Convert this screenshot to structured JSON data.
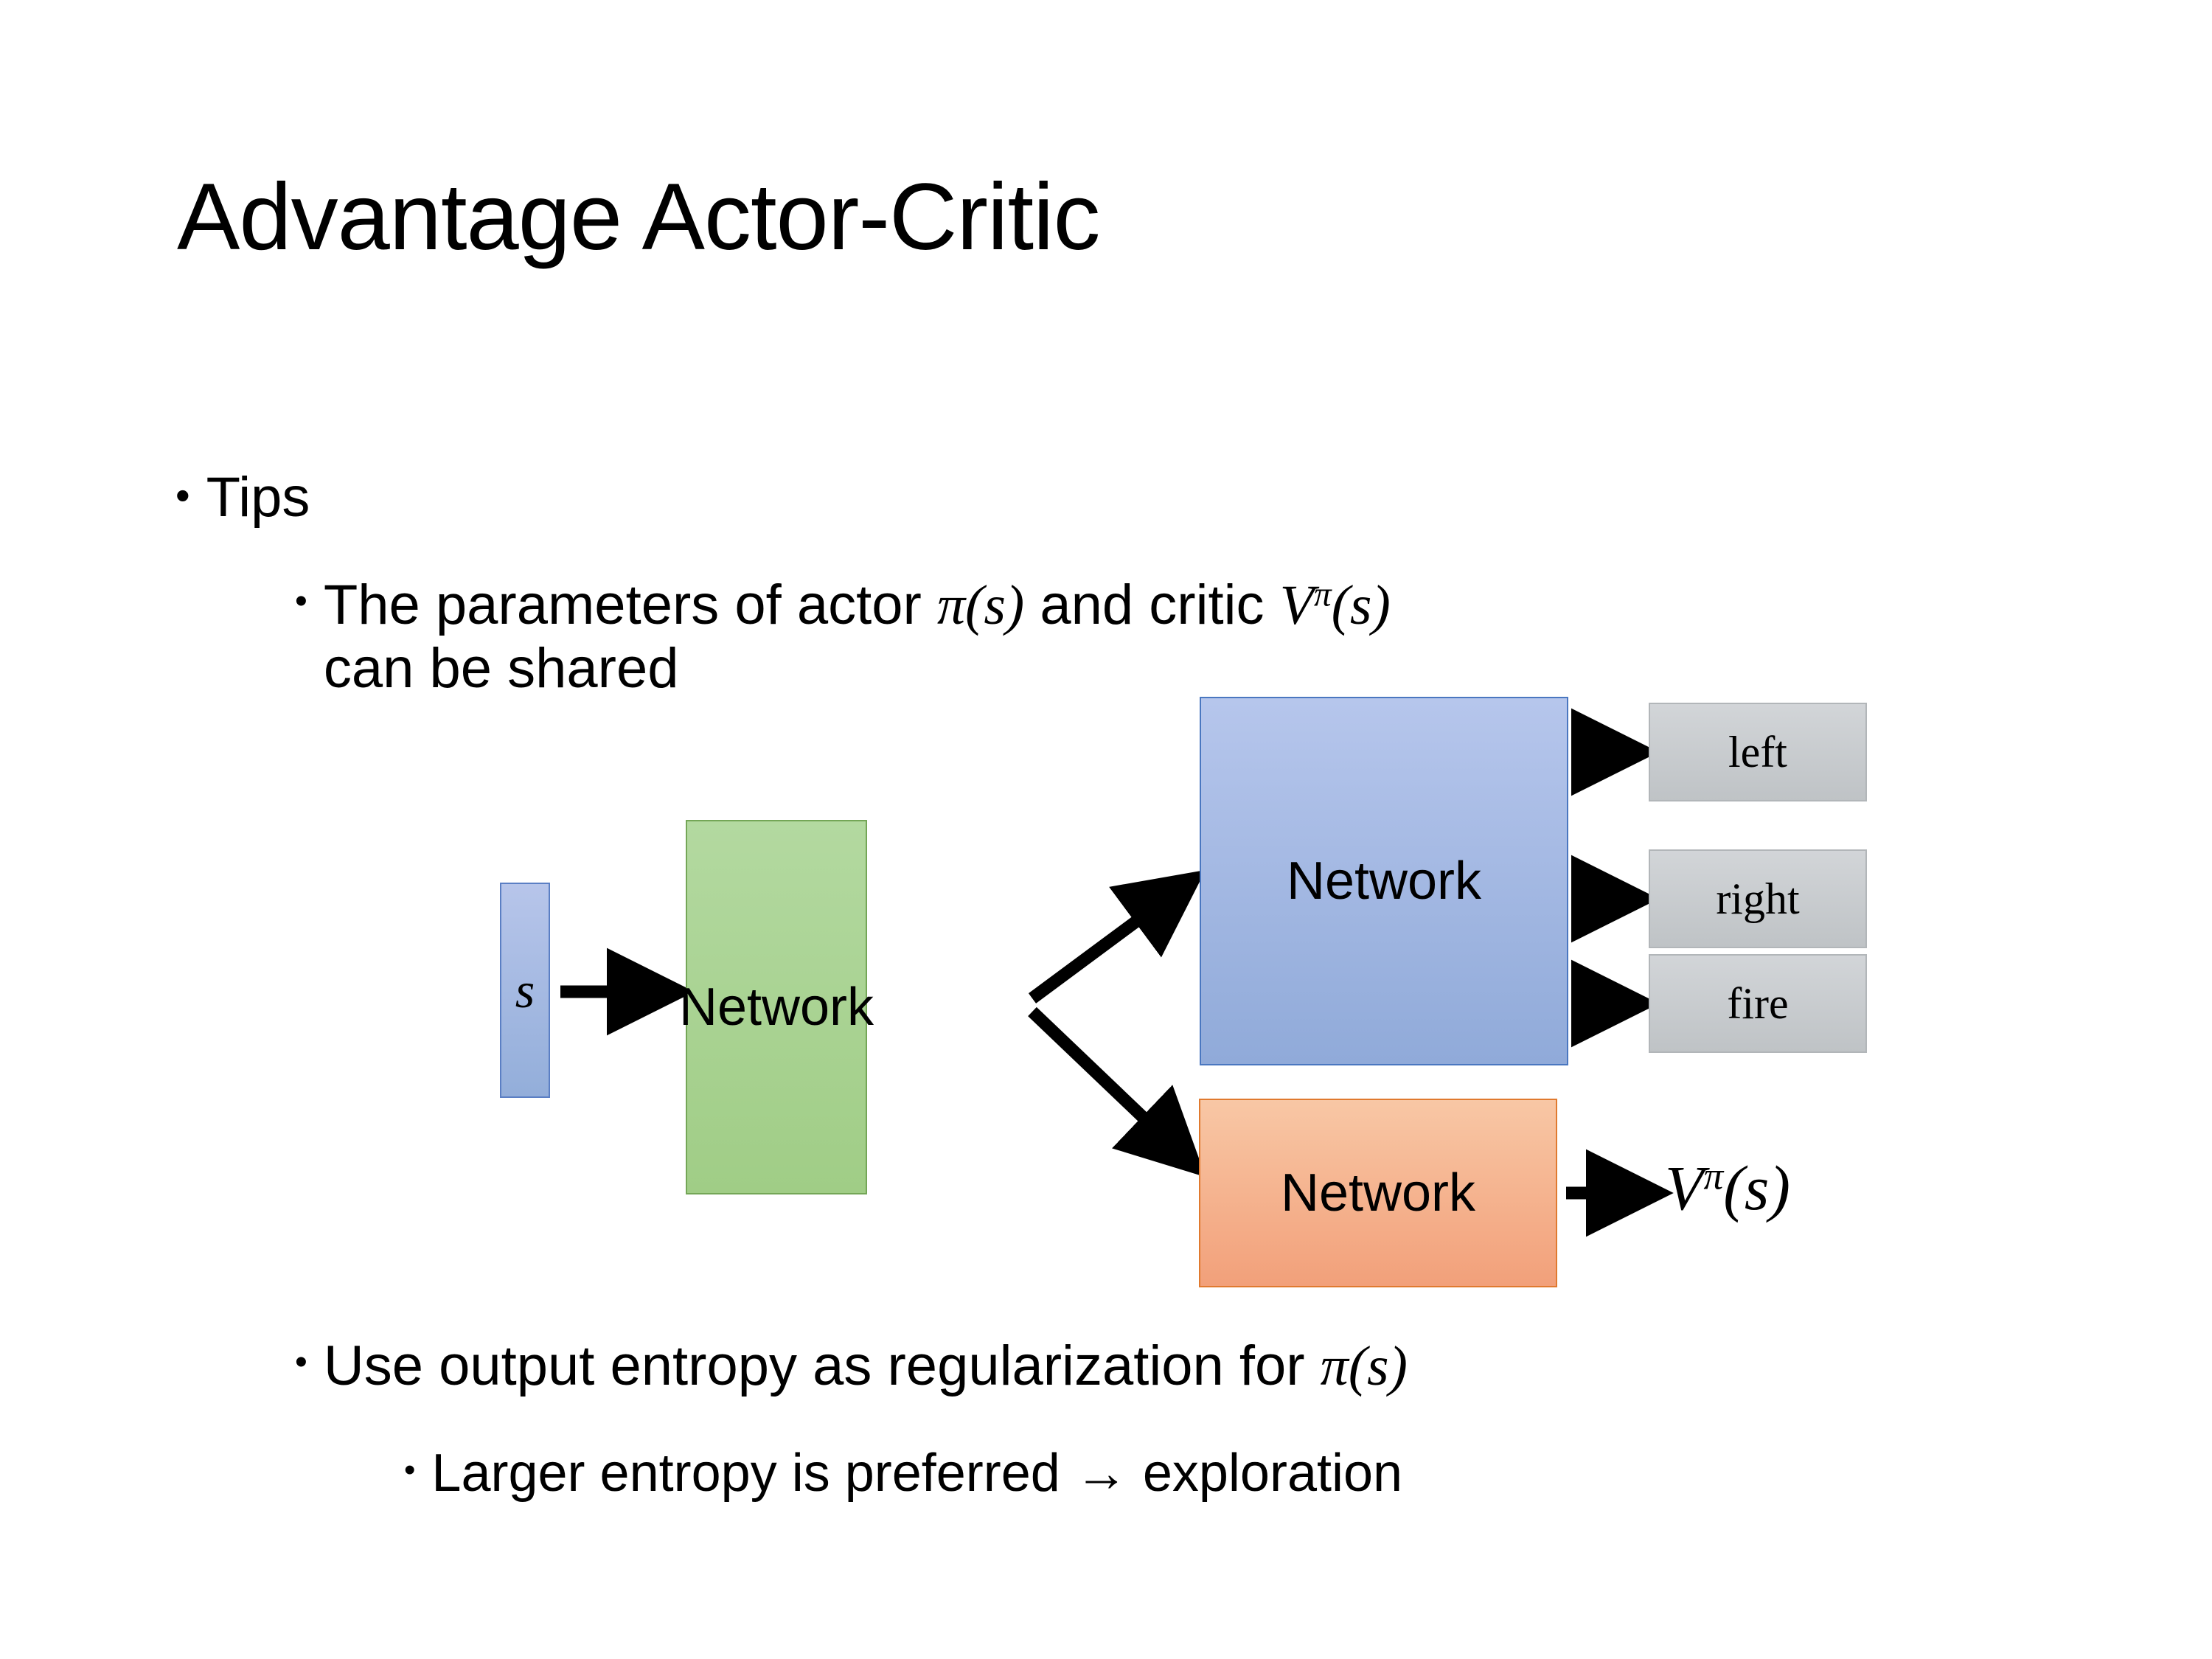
{
  "slide": {
    "title": "Advantage Actor-Critic"
  },
  "bullets": {
    "tips": {
      "marker": "•",
      "text": "Tips"
    },
    "shared_params": {
      "marker": "•",
      "text_before": "The parameters of actor ",
      "math_actor": "π(s)",
      "text_middle": "  and critic ",
      "math_critic_base": "V",
      "math_critic_sup": "π",
      "math_critic_arg": "(s)",
      "text_after": "can be shared"
    },
    "entropy": {
      "marker": "•",
      "text_before": "Use output entropy as regularization for ",
      "math": "π(s)"
    },
    "larger_entropy": {
      "marker": "•",
      "text": "Larger entropy is preferred → exploration"
    }
  },
  "diagram": {
    "state_box": {
      "label": "s",
      "fill": "#a3b8e2",
      "border": "#5b7fc4"
    },
    "shared_network": {
      "label": "Network",
      "fill": "#a9d18e",
      "border": "#74a657"
    },
    "actor_network": {
      "label": "Network",
      "fill": "#a3b8e2",
      "border": "#4a77c0"
    },
    "critic_network": {
      "label": "Network",
      "fill": "#f4b183",
      "border": "#e07a2f"
    },
    "actions": [
      {
        "label": "left"
      },
      {
        "label": "right"
      },
      {
        "label": "fire"
      }
    ],
    "action_fill": "#c9cccf",
    "action_border": "#b2b6b9",
    "critic_output": {
      "base": "V",
      "sup": "π",
      "arg": "(s)"
    },
    "arrow_color": "#000000"
  }
}
